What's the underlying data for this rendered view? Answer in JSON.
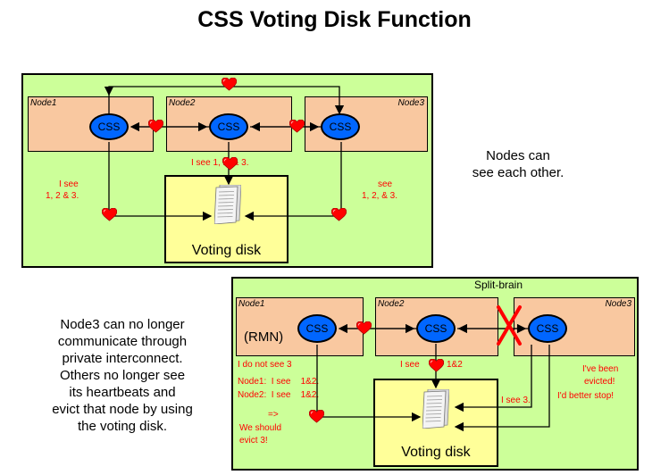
{
  "title": "CSS Voting Disk Function",
  "top": {
    "node1": "Node1",
    "node2": "Node2",
    "node3": "Node3",
    "css": "CSS",
    "node2_sees": "I see 1, 2, & 3.",
    "node1_sees_1": "I see",
    "node1_sees_2": "1, 2 & 3.",
    "node3_sees_1": "see",
    "node3_sees_2": "1, 2, & 3.",
    "voting_disk": "Voting disk",
    "caption_1": "Nodes can",
    "caption_2": "see each other."
  },
  "bottom": {
    "split_brain": "Split-brain",
    "node1": "Node1",
    "node2": "Node2",
    "node3": "Node3",
    "css": "CSS",
    "rmn": "(RMN)",
    "node1_no_see": "I do not see 3",
    "node1_says": "Node1:  I see    1&2.",
    "node2_says": "Node2:  I see    1&2.",
    "arrow": "=>",
    "should_1": "We should",
    "should_2": "evict 3!",
    "node2_sees": "I see",
    "node2_sees_val": "1&2",
    "node3_sees": "I see 3.",
    "evicted_1": "I've been",
    "evicted_2": "evicted!",
    "evicted_3": "I'd better stop!",
    "voting_disk": "Voting disk"
  },
  "left_caption": [
    "Node3 can no longer",
    "communicate through",
    "private interconnect.",
    "Others no longer see",
    "its heartbeats and",
    "evict that node by using",
    "the voting disk."
  ],
  "colors": {
    "panel": "#ccff99",
    "node": "#f9c8a0",
    "css": "#0066ff",
    "voting_box": "#ffff99",
    "heart": "#ff0000"
  }
}
